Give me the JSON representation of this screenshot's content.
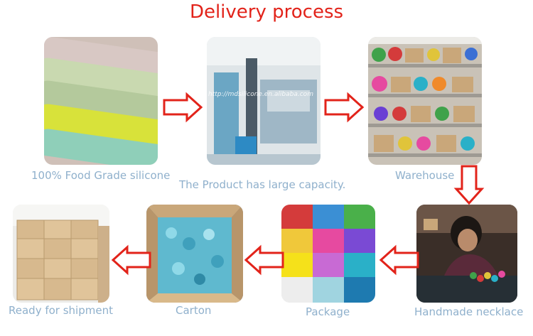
{
  "title": "Delivery process",
  "watermark": "http://mdsilicone.en.alibaba.com",
  "steps": [
    {
      "caption": "100% Food Grade silicone"
    },
    {
      "caption": "The Product has large capacity."
    },
    {
      "caption": "Warehouse"
    },
    {
      "caption": "Handmade necklace"
    },
    {
      "caption": "Package"
    },
    {
      "caption": "Carton"
    },
    {
      "caption": "Ready for shipment"
    }
  ],
  "colors": {
    "title": "#e2231a",
    "arrow_outline": "#e2231a",
    "caption": "#8fb0cc"
  }
}
